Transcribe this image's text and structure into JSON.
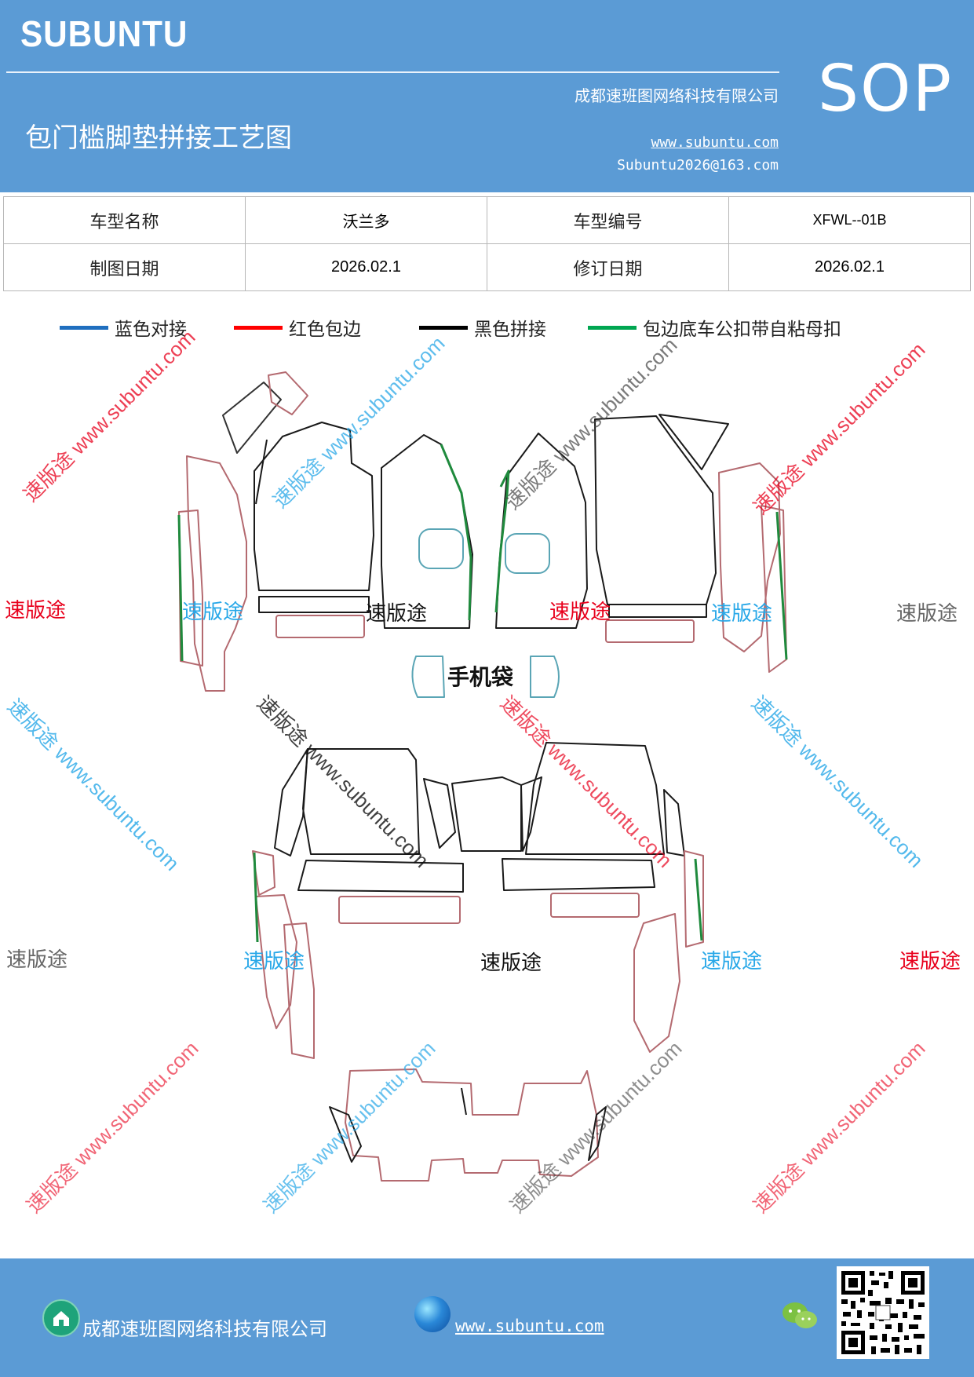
{
  "header": {
    "brand": "SUBUNTU",
    "doc_type": "SOP",
    "company": "成都速班图网络科技有限公司",
    "title": "包门槛脚垫拼接工艺图",
    "website": "www.subuntu.com",
    "email": "Subuntu2026@163.com",
    "background_color": "#5b9bd5"
  },
  "info_table": {
    "rows": [
      [
        "车型名称",
        "沃兰多",
        "车型编号",
        "XFWL--01B"
      ],
      [
        "制图日期",
        "2026.02.1",
        "修订日期",
        "2026.02.1"
      ]
    ]
  },
  "legend": [
    {
      "label": "蓝色对接",
      "color": "#1f6fbf"
    },
    {
      "label": "红色包边",
      "color": "#ff0000"
    },
    {
      "label": "黑色拼接",
      "color": "#000000"
    },
    {
      "label": "包边底车公扣带自粘母扣",
      "color": "#00a651"
    }
  ],
  "diagram": {
    "phone_pocket_label": "手机袋",
    "outline_color": "#b46a70",
    "seam_color": "#1a1a1a",
    "green_edge_color": "#1f8a3d",
    "blue_edge_color": "#5aa5b5"
  },
  "watermarks": {
    "brand_cn": "速版途",
    "url": "www.subuntu.com",
    "brand_url": "速版途 www.subuntu.com",
    "colors": {
      "red": "#e8001c",
      "blue": "#29a8e8",
      "gray": "#666666",
      "black": "#111111",
      "pink": "#f07080"
    }
  },
  "footer": {
    "company": "成都速班图网络科技有限公司",
    "website": "www.subuntu.com",
    "home_icon": "home-icon",
    "globe_icon": "globe-icon",
    "wechat_icon": "wechat-icon",
    "qr_icon": "qr-code"
  }
}
